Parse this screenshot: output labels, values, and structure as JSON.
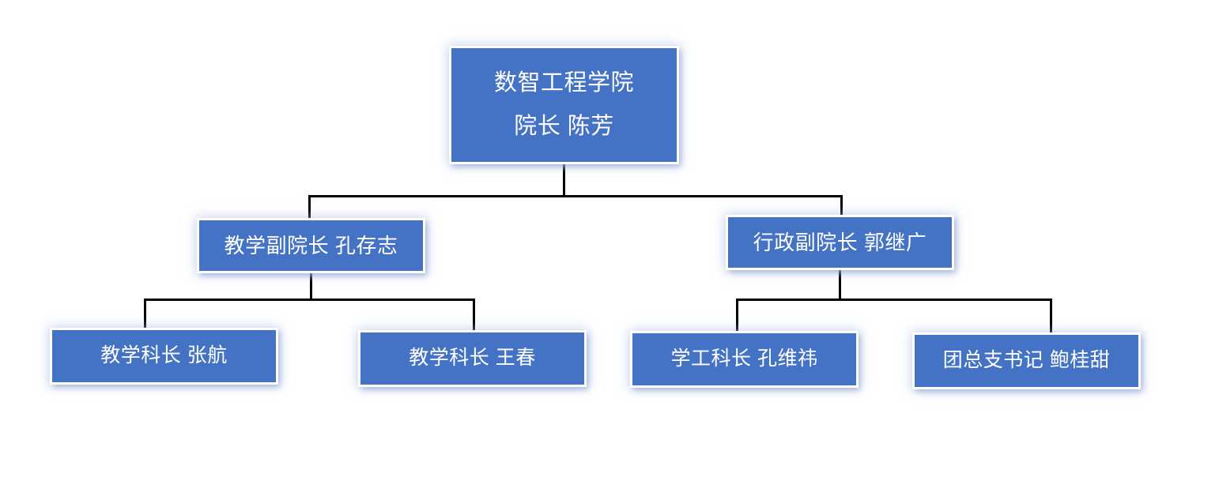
{
  "chart_data": {
    "type": "diagram",
    "subtype": "org-chart",
    "title": "",
    "orientation": "top-down",
    "box_fill_color": "#4472c4",
    "box_text_color": "#ffffff",
    "connector_color": "#000000",
    "background_color": "#ffffff",
    "levels": 3
  },
  "org": {
    "root": {
      "line1": "数智工程学院",
      "line2": "院长  陈芳"
    },
    "mid": [
      {
        "label": "教学副院长  孔存志"
      },
      {
        "label": "行政副院长  郭继广"
      }
    ],
    "leaves": [
      {
        "label": "教学科长  张航"
      },
      {
        "label": "教学科长  王春"
      },
      {
        "label": "学工科长  孔维祎"
      },
      {
        "label": "团总支书记  鲍桂甜"
      }
    ]
  }
}
